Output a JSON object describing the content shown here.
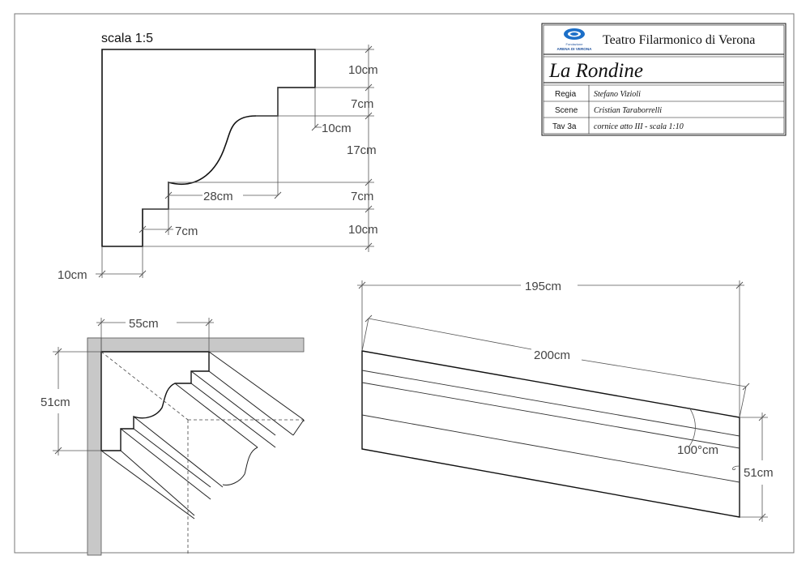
{
  "scale_label": "scala 1:5",
  "title_block": {
    "theater": "Teatro Filarmonico di Verona",
    "logo_text_small": "Fondazione",
    "logo_text": "ARENA DI VERONA",
    "production": "La Rondine",
    "rows": [
      {
        "key": "Regia",
        "value": "Stefano Vizioli"
      },
      {
        "key": "Scene",
        "value": "Cristian Taraborrelli"
      },
      {
        "key": "Tav 3a",
        "value": "cornice atto III - scala 1:10"
      }
    ]
  },
  "profile": {
    "dims_right": [
      "10cm",
      "7cm",
      "10cm",
      "17cm",
      "7cm",
      "10cm"
    ],
    "dim_28": "28cm",
    "dim_7_bottom": "7cm",
    "dim_10_left": "10cm"
  },
  "corner_view": {
    "width": "55cm",
    "height": "51cm"
  },
  "side_view": {
    "top_width": "195cm",
    "length": "200cm",
    "angle": "100°cm",
    "height": "51cm"
  },
  "colors": {
    "line": "#111111",
    "dimension_line": "#555555",
    "wall_fill": "#c8c8c8",
    "logo_blue": "#1c6fc8"
  }
}
